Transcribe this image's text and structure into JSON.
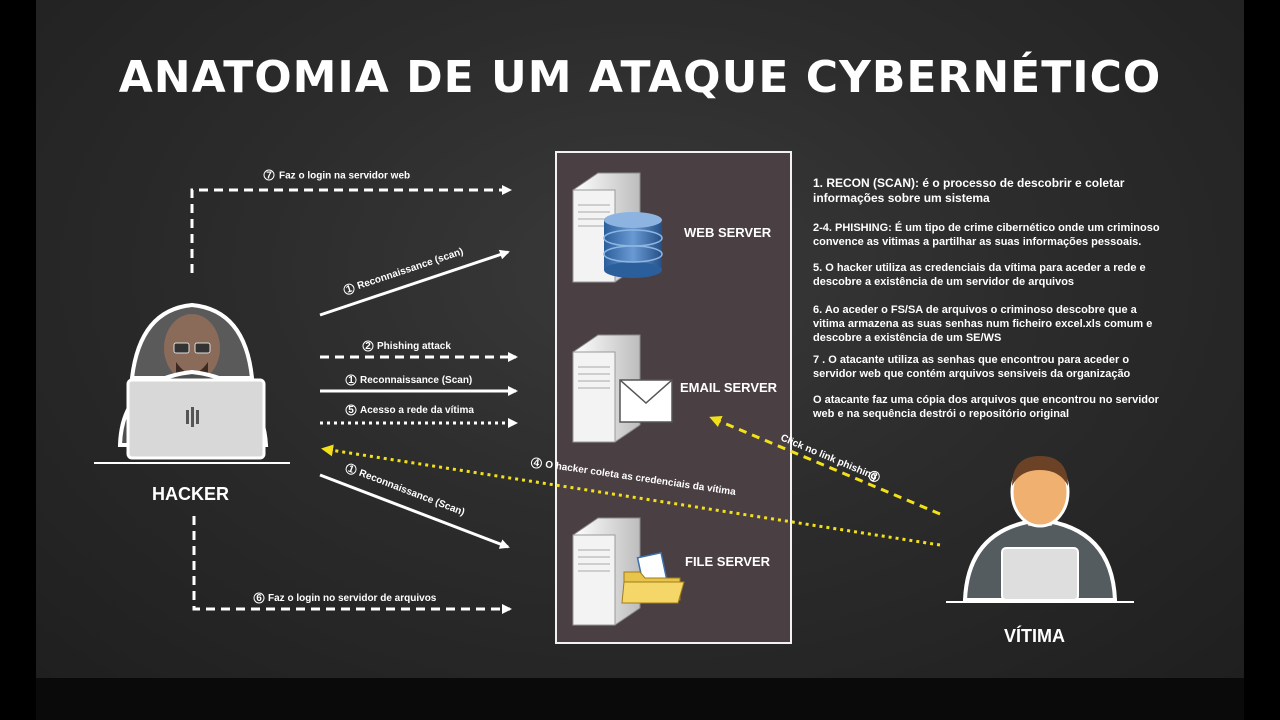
{
  "title": "ANATOMIA DE UM ATAQUE CYBERNÉTICO",
  "actors": {
    "hacker": "HACKER",
    "victim": "VÍTIMA"
  },
  "servers": {
    "web": "WEB SERVER",
    "email": "EMAIL SERVER",
    "file": "FILE SERVER"
  },
  "arrows": {
    "login_web": "Faz o login na servidor web",
    "login_web_num": "7",
    "recon_web": "Reconnaissance (scan)",
    "recon_web_num": "1",
    "phishing": "Phishing attack",
    "phishing_num": "2",
    "recon_email": "Reconnaissance (Scan)",
    "recon_email_num": "1",
    "network_access": "Acesso a rede da vítima",
    "network_access_num": "5",
    "collect_credentials": "O hacker coleta as credenciais da vítima",
    "collect_credentials_num": "4",
    "recon_file": "Reconnaissance (Scan)",
    "recon_file_num": "1",
    "click_link": "Click no link phishing",
    "click_link_num": "3",
    "login_file": "Faz o login no servidor de arquivos",
    "login_file_num": "6"
  },
  "notes": [
    "1. RECON (SCAN): é o processo de descobrir e coletar informações sobre um sistema",
    "2-4. PHISHING: É um tipo de crime cibernético onde um criminoso convence as vitimas a partilhar as suas informações pessoais.",
    "5. O hacker utiliza as credenciais da vítima para aceder a rede e descobre a existência de um servidor de arquivos",
    "6. Ao aceder o FS/SA de arquivos o criminoso descobre que a vitima armazena as suas senhas num ficheiro excel.xls comum e descobre a existência de um SE/WS",
    "7 . O atacante utiliza as senhas que encontrou para aceder o servidor web que contém arquivos sensiveis da organização",
    "O atacante faz uma cópia dos arquivos que encontrou no servidor web e na sequência destrói o repositório original"
  ],
  "colors": {
    "arrow_white": "#ffffff",
    "arrow_yellow": "#f2e11a",
    "server_panel": "#4a3f42",
    "board": "#2c2c2c"
  },
  "icons": [
    "hacker-icon",
    "server-icon",
    "database-icon",
    "envelope-icon",
    "folder-icon",
    "victim-icon",
    "laptop-icon"
  ]
}
